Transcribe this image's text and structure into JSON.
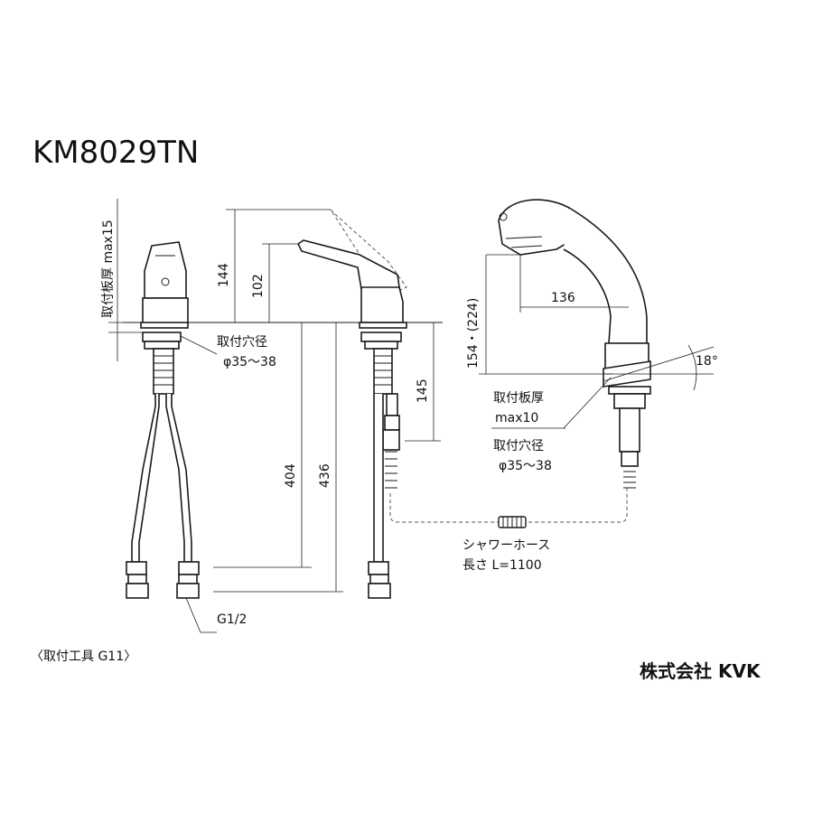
{
  "title": "KM8029TN",
  "labels": {
    "counter_thickness_max": "取付板厚 max15",
    "hole_dia_label": "取付穴径",
    "hole_dia_value": "φ35～38",
    "dim_144": "144",
    "dim_102": "102",
    "dim_145": "145",
    "dim_404": "404",
    "dim_436": "436",
    "dim_154_224": "154・(224)",
    "dim_136": "136",
    "angle_18": "18°",
    "side_thickness_label": "取付板厚",
    "side_thickness_value": "max10",
    "side_hole_label": "取付穴径",
    "side_hole_value": "φ35～38",
    "hose_name": "シャワーホース",
    "hose_length": "長さ L=1100",
    "thread": "G1/2",
    "tool": "〈取付工具 G11〉"
  },
  "brand": "株式会社 KVK"
}
